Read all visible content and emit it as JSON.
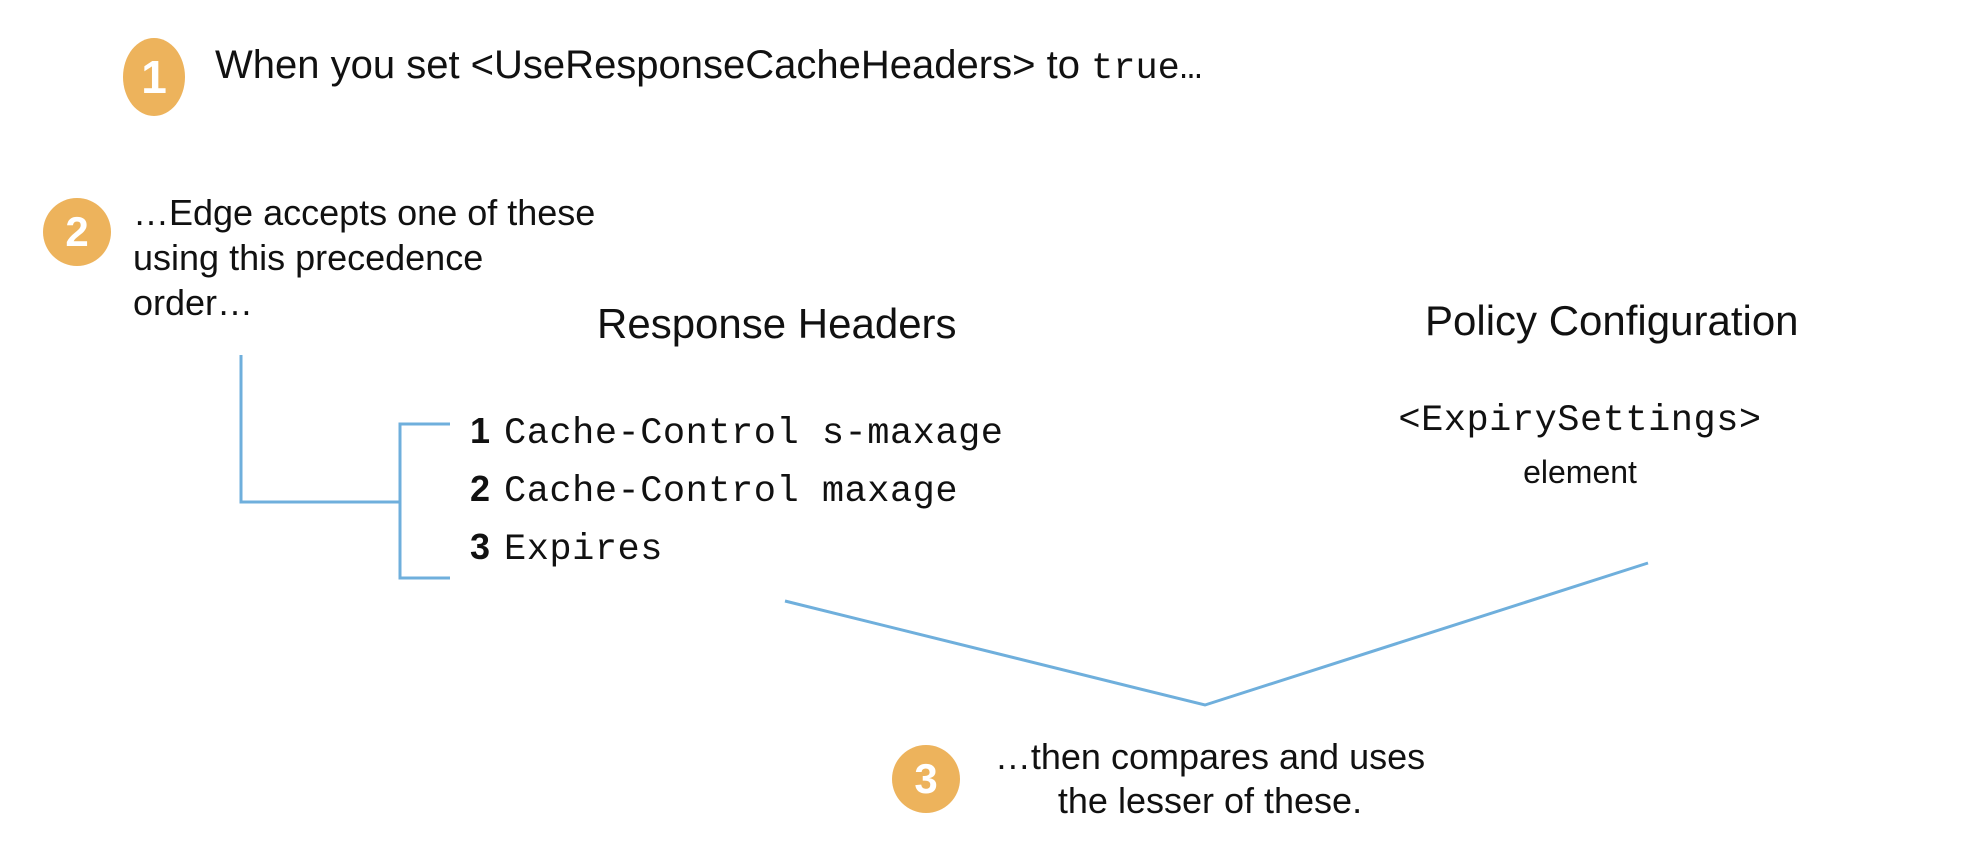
{
  "diagram": {
    "title": "Edge response cache header precedence",
    "accent_badge_color": "#edb35c",
    "connector_color": "#6fafdc",
    "text_color": "#111111",
    "background": "#ffffff"
  },
  "steps": [
    {
      "number": "1",
      "text_prefix": "When you set <UseResponseCacheHeaders> to ",
      "text_mono": "true…"
    },
    {
      "number": "2",
      "line1": "…Edge accepts one of these",
      "line2": "using this precedence",
      "line3": "order…"
    },
    {
      "number": "3",
      "line1": "…then compares and uses",
      "line2": "the lesser of these."
    }
  ],
  "columns": {
    "response_headers": {
      "heading": "Response Headers",
      "items": [
        {
          "rank": "1",
          "name": "Cache-Control s-maxage"
        },
        {
          "rank": "2",
          "name": "Cache-Control maxage"
        },
        {
          "rank": "3",
          "name": "Expires"
        }
      ]
    },
    "policy_configuration": {
      "heading": "Policy Configuration",
      "element_name": "<ExpirySettings>",
      "element_label": "element"
    }
  }
}
